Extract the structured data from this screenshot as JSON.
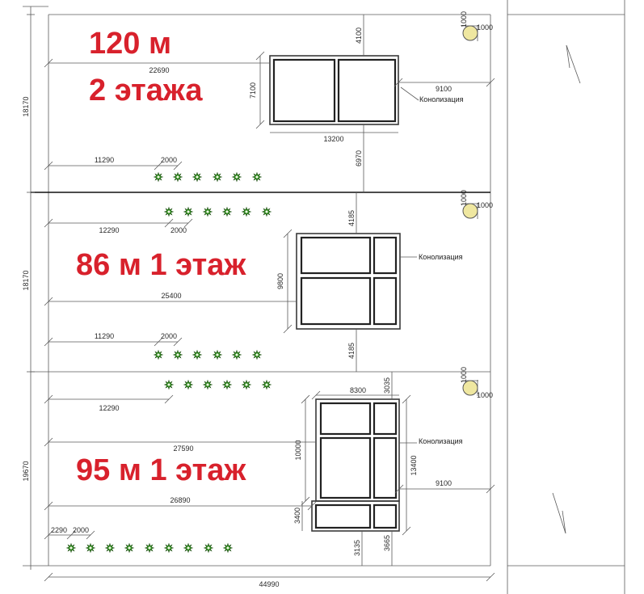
{
  "colors": {
    "accent_red": "#d8212c",
    "line": "#333333",
    "tree_green": "#3a9a2a",
    "well_yellow": "#efe7a0"
  },
  "headings": {
    "house1": {
      "line1": "120 м",
      "line2": "2 этажа"
    },
    "house2": "86 м 1 этаж",
    "house3": "95 м 1 этаж"
  },
  "labels": {
    "sewer": "Конолизация"
  },
  "dims": {
    "top_setback": "4100",
    "house1_width": "13200",
    "house1_depth": "7100",
    "house1_left": "22690",
    "house1_right": "9100",
    "house1_rear": "6970",
    "plot1_depth": "18170",
    "plot2_depth": "18170",
    "plot3_depth": "19670",
    "trees_offset": "11290",
    "trees_spacing": "2000",
    "trees_offset_b": "12290",
    "well_size": "1000",
    "house2_front": "4185",
    "house2_depth": "9800",
    "house2_left": "25400",
    "house2_rear": "4185",
    "house3_width": "8300",
    "house3_front": "3035",
    "house3_depth": "10000",
    "house3_side": "13400",
    "house3_left": "27590",
    "house3_left_b": "26890",
    "house3_right": "9100",
    "house3_porch": "3400",
    "house3_rear_a": "3135",
    "house3_rear_b": "3665",
    "bottom_trees_offset": "2290",
    "total_width": "44990"
  }
}
